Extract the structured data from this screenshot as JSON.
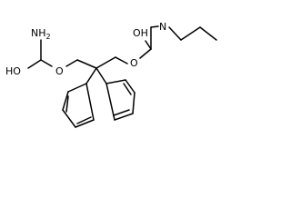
{
  "labels": {
    "nh2_left": "NH",
    "nh2_left_sub": "2",
    "o_left_carbonyl": "O",
    "h_left_carbonyl": "H",
    "o_left_ester": "O",
    "o_right_carbonyl": "O",
    "h_right_carbonyl": "H",
    "n_right": "N",
    "o_right_ester": "O"
  }
}
